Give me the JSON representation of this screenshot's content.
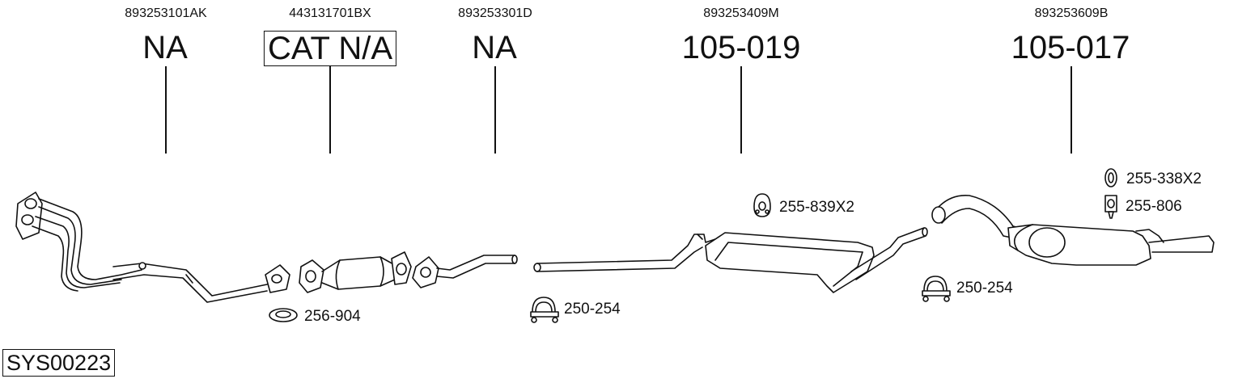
{
  "columns": [
    {
      "oem": "893253101AK",
      "code": "NA"
    },
    {
      "oem": "443131701BX",
      "code": "CAT N/A"
    },
    {
      "oem": "893253301D",
      "code": "NA"
    },
    {
      "oem": "893253409M",
      "code": "105-019"
    },
    {
      "oem": "893253609B",
      "code": "105-017"
    }
  ],
  "accessories": {
    "gasket": "256-904",
    "clamp_front": "250-254",
    "clamp_rear": "250-254",
    "hanger_mid": "255-839X2",
    "ring_rear": "255-338X2",
    "rubber_rear": "255-806"
  },
  "system_code": "SYS00223"
}
